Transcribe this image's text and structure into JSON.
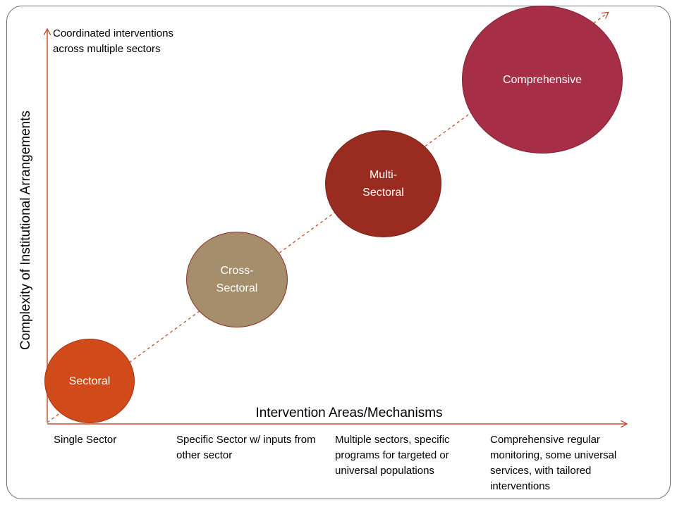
{
  "diagram": {
    "stages": [
      {
        "label": "Sectoral"
      },
      {
        "label": "Cross-\nSectoral"
      },
      {
        "label": "Multi-\nSectoral"
      },
      {
        "label": "Comprehensive"
      }
    ],
    "y_axis": {
      "title": "Complexity of Institutional Arrangements",
      "top_note": "Coordinated interventions across multiple sectors"
    },
    "x_axis": {
      "title": "Intervention Areas/Mechanisms",
      "labels": [
        "Single Sector",
        "Specific Sector w/ inputs from other sector",
        "Multiple sectors, specific programs for targeted or universal populations",
        "Comprehensive regular monitoring, some universal services, with tailored interventions"
      ]
    },
    "colors": {
      "sectoral": "#d04a1a",
      "cross_sectoral": "#a48e6b",
      "multi_sectoral": "#9a2b20",
      "comprehensive": "#a62e47",
      "axis_arrow": "#c0502a"
    }
  }
}
